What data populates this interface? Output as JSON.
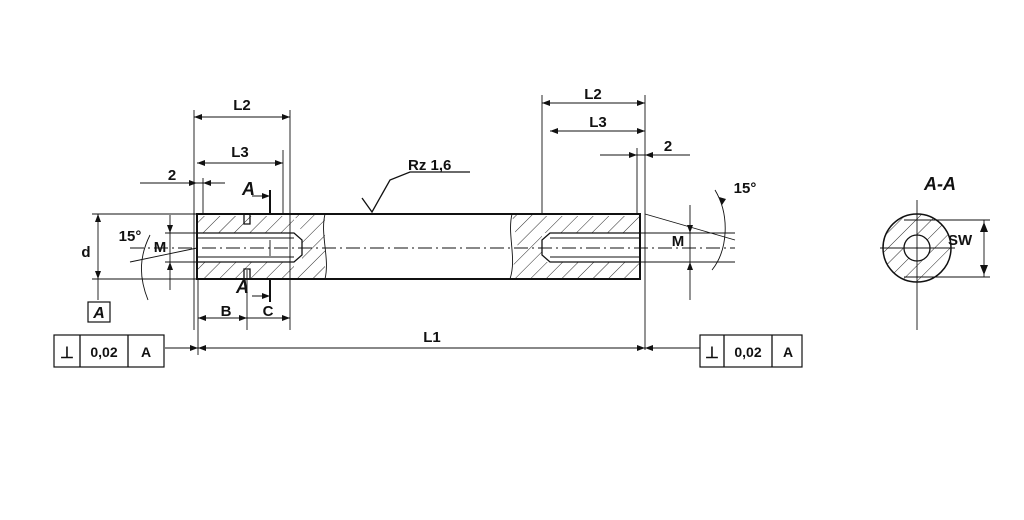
{
  "dims": {
    "l2_left": "L2",
    "l3_left": "L3",
    "two_left": "2",
    "l2_right": "L2",
    "l3_right": "L3",
    "two_right": "2",
    "l1": "L1",
    "d": "d",
    "m_left": "M",
    "m_right": "M",
    "b": "B",
    "c": "C",
    "angle_left": "15°",
    "angle_right": "15°",
    "sw": "SW"
  },
  "surface": {
    "roughness": "Rz 1,6"
  },
  "section": {
    "cut_top": "A",
    "cut_bottom": "A",
    "title": "A-A"
  },
  "datum": {
    "label": "A"
  },
  "tolerance_left": {
    "symbol": "⊥",
    "value": "0,02",
    "datum": "A"
  },
  "tolerance_right": {
    "symbol": "⊥",
    "value": "0,02",
    "datum": "A"
  },
  "colors": {
    "line": "#111111",
    "background": "#ffffff"
  }
}
